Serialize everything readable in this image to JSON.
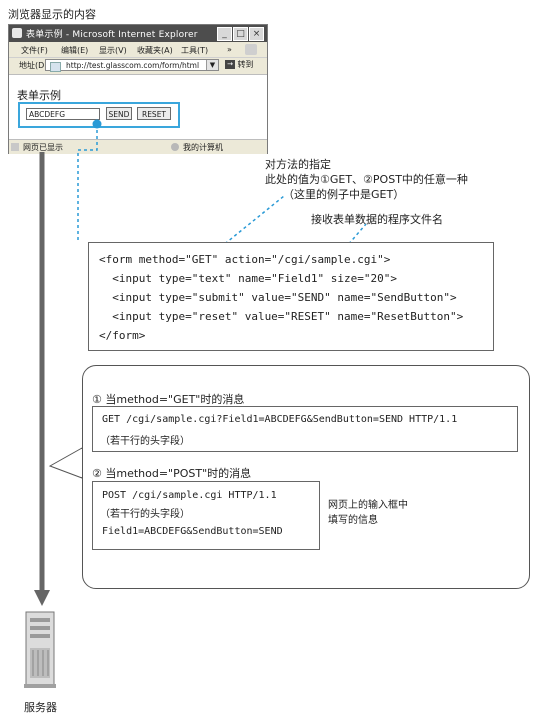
{
  "browser_caption": "浏览器显示的内容",
  "browser": {
    "title": "表单示例 - Microsoft Internet Explorer",
    "menu": [
      "文件(F)",
      "编辑(E)",
      "显示(V)",
      "收藏夹(A)",
      "工具(T)"
    ],
    "menu_more": "»",
    "address_label": "地址(D)",
    "address": "http://test.glasscom.com/form/html",
    "go_label": "转到",
    "page_heading": "表单示例",
    "field_value": "ABCDEFG",
    "send_label": "SEND",
    "reset_label": "RESET",
    "status_left": "网页已显示",
    "status_right": "我的计算机"
  },
  "annotation_method": {
    "line1": "对方法的指定",
    "line2": "此处的值为①GET、②POST中的任意一种",
    "line3": "（这里的例子中是GET）"
  },
  "annotation_action": "接收表单数据的程序文件名",
  "form_code": [
    "<form method=\"GET\" action=\"/cgi/sample.cgi\">",
    "  <input type=\"text\" name=\"Field1\" size=\"20\">",
    "  <input type=\"submit\" value=\"SEND\" name=\"SendButton\">",
    "  <input type=\"reset\" value=\"RESET\" name=\"ResetButton\">",
    "</form>"
  ],
  "get_section": {
    "heading": "① 当method=\"GET\"时的消息",
    "line1": "GET /cgi/sample.cgi?Field1=ABCDEFG&SendButton=SEND HTTP/1.1",
    "line2": "（若干行的头字段）"
  },
  "post_section": {
    "heading": "② 当method=\"POST\"时的消息",
    "line1": "POST /cgi/sample.cgi  HTTP/1.1",
    "line2": "（若干行的头字段）",
    "line3": "Field1=ABCDEFG&SendButton=SEND"
  },
  "input_note": {
    "line1": "网页上的输入框中",
    "line2": "填写的信息"
  },
  "server_label": "服务器",
  "colors": {
    "highlight": "#3aa6dc",
    "dotted_line": "#2a9ad6",
    "arrow": "#666666",
    "titlebar": "#4d4d4d"
  }
}
